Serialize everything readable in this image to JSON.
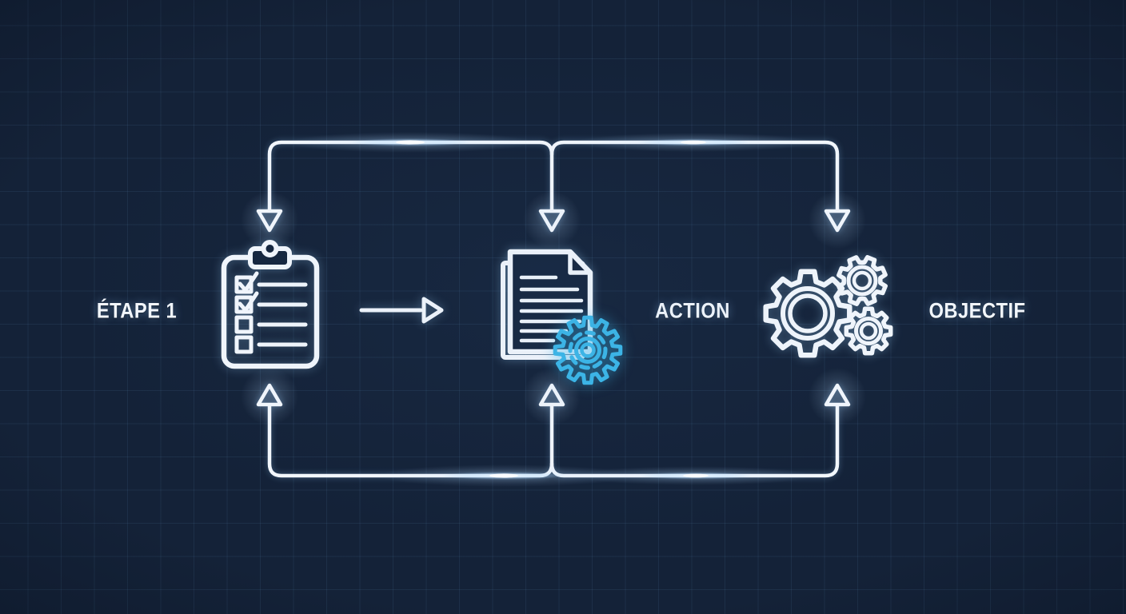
{
  "scene": {
    "type": "process-flow-diagram",
    "colors": {
      "bg": "#142238",
      "line": "#f4f8fd",
      "accent": "#3bb7e8",
      "panel": "#15253d"
    }
  },
  "labels": {
    "step": "ÉTAPE 1",
    "action": "ACTION",
    "objective": "OBJECTIF"
  },
  "icons": [
    {
      "name": "checklist-clipboard-icon",
      "meaning": "clipboard checklist, 2 checked + 2 empty boxes"
    },
    {
      "name": "arrow-right-icon",
      "meaning": "flow arrow with hollow head"
    },
    {
      "name": "document-gear-icon",
      "meaning": "stacked documents with cyan gear badge"
    },
    {
      "name": "gears-icon",
      "meaning": "three interlocking gears"
    }
  ],
  "connectors": {
    "top": {
      "arrow_direction": "down",
      "arrow_count": 3
    },
    "bottom": {
      "arrow_direction": "up",
      "arrow_count": 3
    }
  }
}
